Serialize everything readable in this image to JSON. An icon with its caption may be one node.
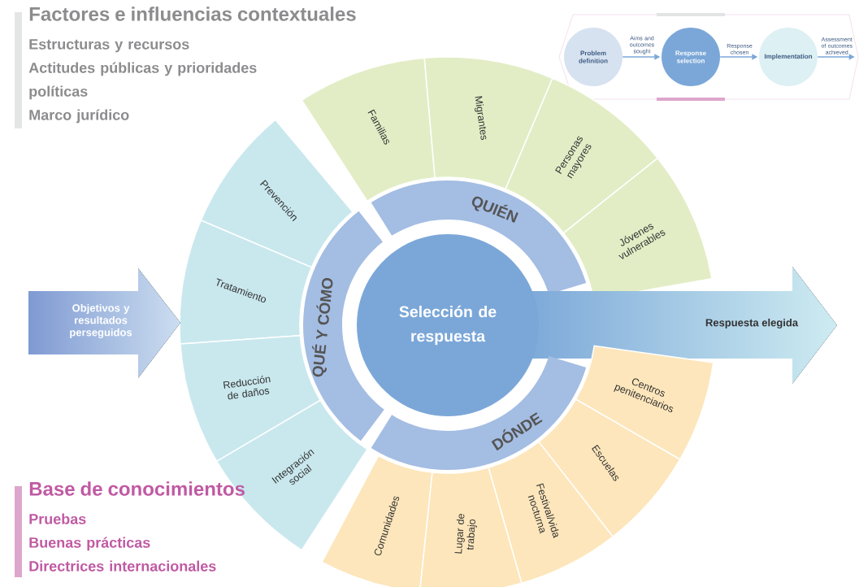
{
  "diagram": {
    "nodes": [
      {
        "text": [
          "Factores e influencias contextuales",
          "Estructuras y recursos",
          "Actitudes públicas y prioridades políticas",
          "Marco jurídico"
        ]
      },
      {
        "text": [
          "Problem definition"
        ]
      },
      {
        "text": [
          "Response selection"
        ]
      },
      {
        "text": [
          "Implementation"
        ]
      },
      {
        "text": [
          "Familias"
        ]
      },
      {
        "text": [
          "Migrantes"
        ]
      },
      {
        "text": [
          "Personas mayores"
        ]
      },
      {
        "text": [
          "Jóvenes vulnerables"
        ]
      },
      {
        "text": [
          "Prevención"
        ]
      },
      {
        "text": [
          "Tratamiento"
        ]
      },
      {
        "text": [
          "Reducción de daños"
        ]
      },
      {
        "text": [
          "Integración social"
        ]
      },
      {
        "text": [
          "QUIÉN"
        ]
      },
      {
        "text": [
          "QUÉ Y CÓMO"
        ]
      },
      {
        "text": [
          "Objetivos y resultados perseguidos"
        ]
      },
      {
        "text": [
          "Selección de respuesta"
        ]
      },
      {
        "text": [
          "Respuesta elegida"
        ]
      },
      {
        "text": [
          "DÓNDE"
        ]
      },
      {
        "text": [
          "Comunidades"
        ]
      },
      {
        "text": [
          "Lugar de trabajo"
        ]
      },
      {
        "text": [
          "Festival/vida nocturna"
        ]
      },
      {
        "text": [
          "Escuelas"
        ]
      },
      {
        "text": [
          "Centros penitenciarios"
        ]
      },
      {
        "text": [
          "Base de conocimientos",
          "Pruebas",
          "Buenas prácticas",
          "Directrices internacionales"
        ]
      }
    ],
    "edges": [
      {
        "from": 1,
        "to": 2,
        "arrow": "to",
        "label": "Aims and outcomes sought"
      },
      {
        "from": 2,
        "to": 3,
        "arrow": "to",
        "label": "Response chosen"
      },
      {
        "from": 3,
        "to": null,
        "arrow": "to",
        "label": "Assessment of outcomes achieved"
      }
    ]
  }
}
